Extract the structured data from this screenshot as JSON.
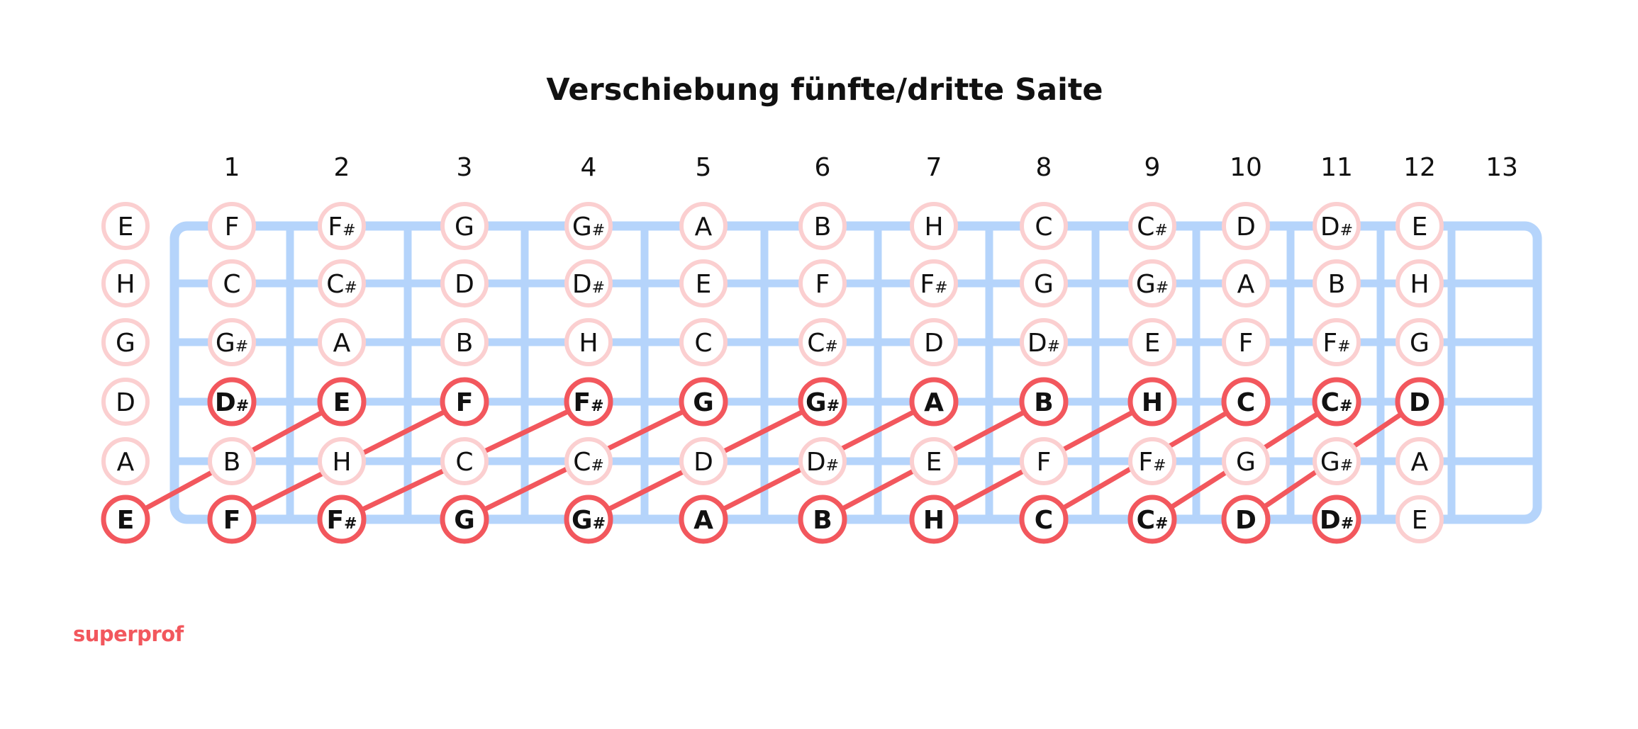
{
  "title": "Verschiebung fünfte/dritte Saite",
  "brand": "superprof",
  "colors": {
    "fretboard": "#b5d4fb",
    "note_fill": "#ffffff",
    "note_ring_light": "#fbcfd0",
    "note_ring_bold": "#f2575d",
    "connector": "#f2575d",
    "text": "#111111"
  },
  "fret_numbers": [
    "1",
    "2",
    "3",
    "4",
    "5",
    "6",
    "7",
    "8",
    "9",
    "10",
    "11",
    "12",
    "13"
  ],
  "strings": [
    {
      "open": "E",
      "notes": [
        "F",
        "F#",
        "G",
        "G#",
        "A",
        "B",
        "H",
        "C",
        "C#",
        "D",
        "D#",
        "E"
      ]
    },
    {
      "open": "H",
      "notes": [
        "C",
        "C#",
        "D",
        "D#",
        "E",
        "F",
        "F#",
        "G",
        "G#",
        "A",
        "B",
        "H"
      ]
    },
    {
      "open": "G",
      "notes": [
        "G#",
        "A",
        "B",
        "H",
        "C",
        "C#",
        "D",
        "D#",
        "E",
        "F",
        "F#",
        "G"
      ]
    },
    {
      "open": "D",
      "notes": [
        "D#",
        "E",
        "F",
        "F#",
        "G",
        "G#",
        "A",
        "B",
        "H",
        "C",
        "C#",
        "D"
      ]
    },
    {
      "open": "A",
      "notes": [
        "B",
        "H",
        "C",
        "C#",
        "D",
        "D#",
        "E",
        "F",
        "F#",
        "G",
        "G#",
        "A"
      ]
    },
    {
      "open": "E",
      "notes": [
        "F",
        "F#",
        "G",
        "G#",
        "A",
        "B",
        "H",
        "C",
        "C#",
        "D",
        "D#",
        "E"
      ]
    }
  ],
  "highlighted": [
    {
      "string": 3,
      "from_fret": 1,
      "to_fret": 12
    },
    {
      "string": 5,
      "from_fret": 0,
      "to_fret": 11
    }
  ],
  "connections": [
    {
      "from": {
        "string": 5,
        "fret": 0
      },
      "to": {
        "string": 3,
        "fret": 2
      }
    },
    {
      "from": {
        "string": 5,
        "fret": 1
      },
      "to": {
        "string": 3,
        "fret": 3
      }
    },
    {
      "from": {
        "string": 5,
        "fret": 2
      },
      "to": {
        "string": 3,
        "fret": 4
      }
    },
    {
      "from": {
        "string": 5,
        "fret": 3
      },
      "to": {
        "string": 3,
        "fret": 5
      }
    },
    {
      "from": {
        "string": 5,
        "fret": 4
      },
      "to": {
        "string": 3,
        "fret": 6
      }
    },
    {
      "from": {
        "string": 5,
        "fret": 5
      },
      "to": {
        "string": 3,
        "fret": 7
      }
    },
    {
      "from": {
        "string": 5,
        "fret": 6
      },
      "to": {
        "string": 3,
        "fret": 8
      }
    },
    {
      "from": {
        "string": 5,
        "fret": 7
      },
      "to": {
        "string": 3,
        "fret": 9
      }
    },
    {
      "from": {
        "string": 5,
        "fret": 8
      },
      "to": {
        "string": 3,
        "fret": 10
      }
    },
    {
      "from": {
        "string": 5,
        "fret": 9
      },
      "to": {
        "string": 3,
        "fret": 11
      }
    },
    {
      "from": {
        "string": 5,
        "fret": 10
      },
      "to": {
        "string": 3,
        "fret": 12
      }
    }
  ]
}
